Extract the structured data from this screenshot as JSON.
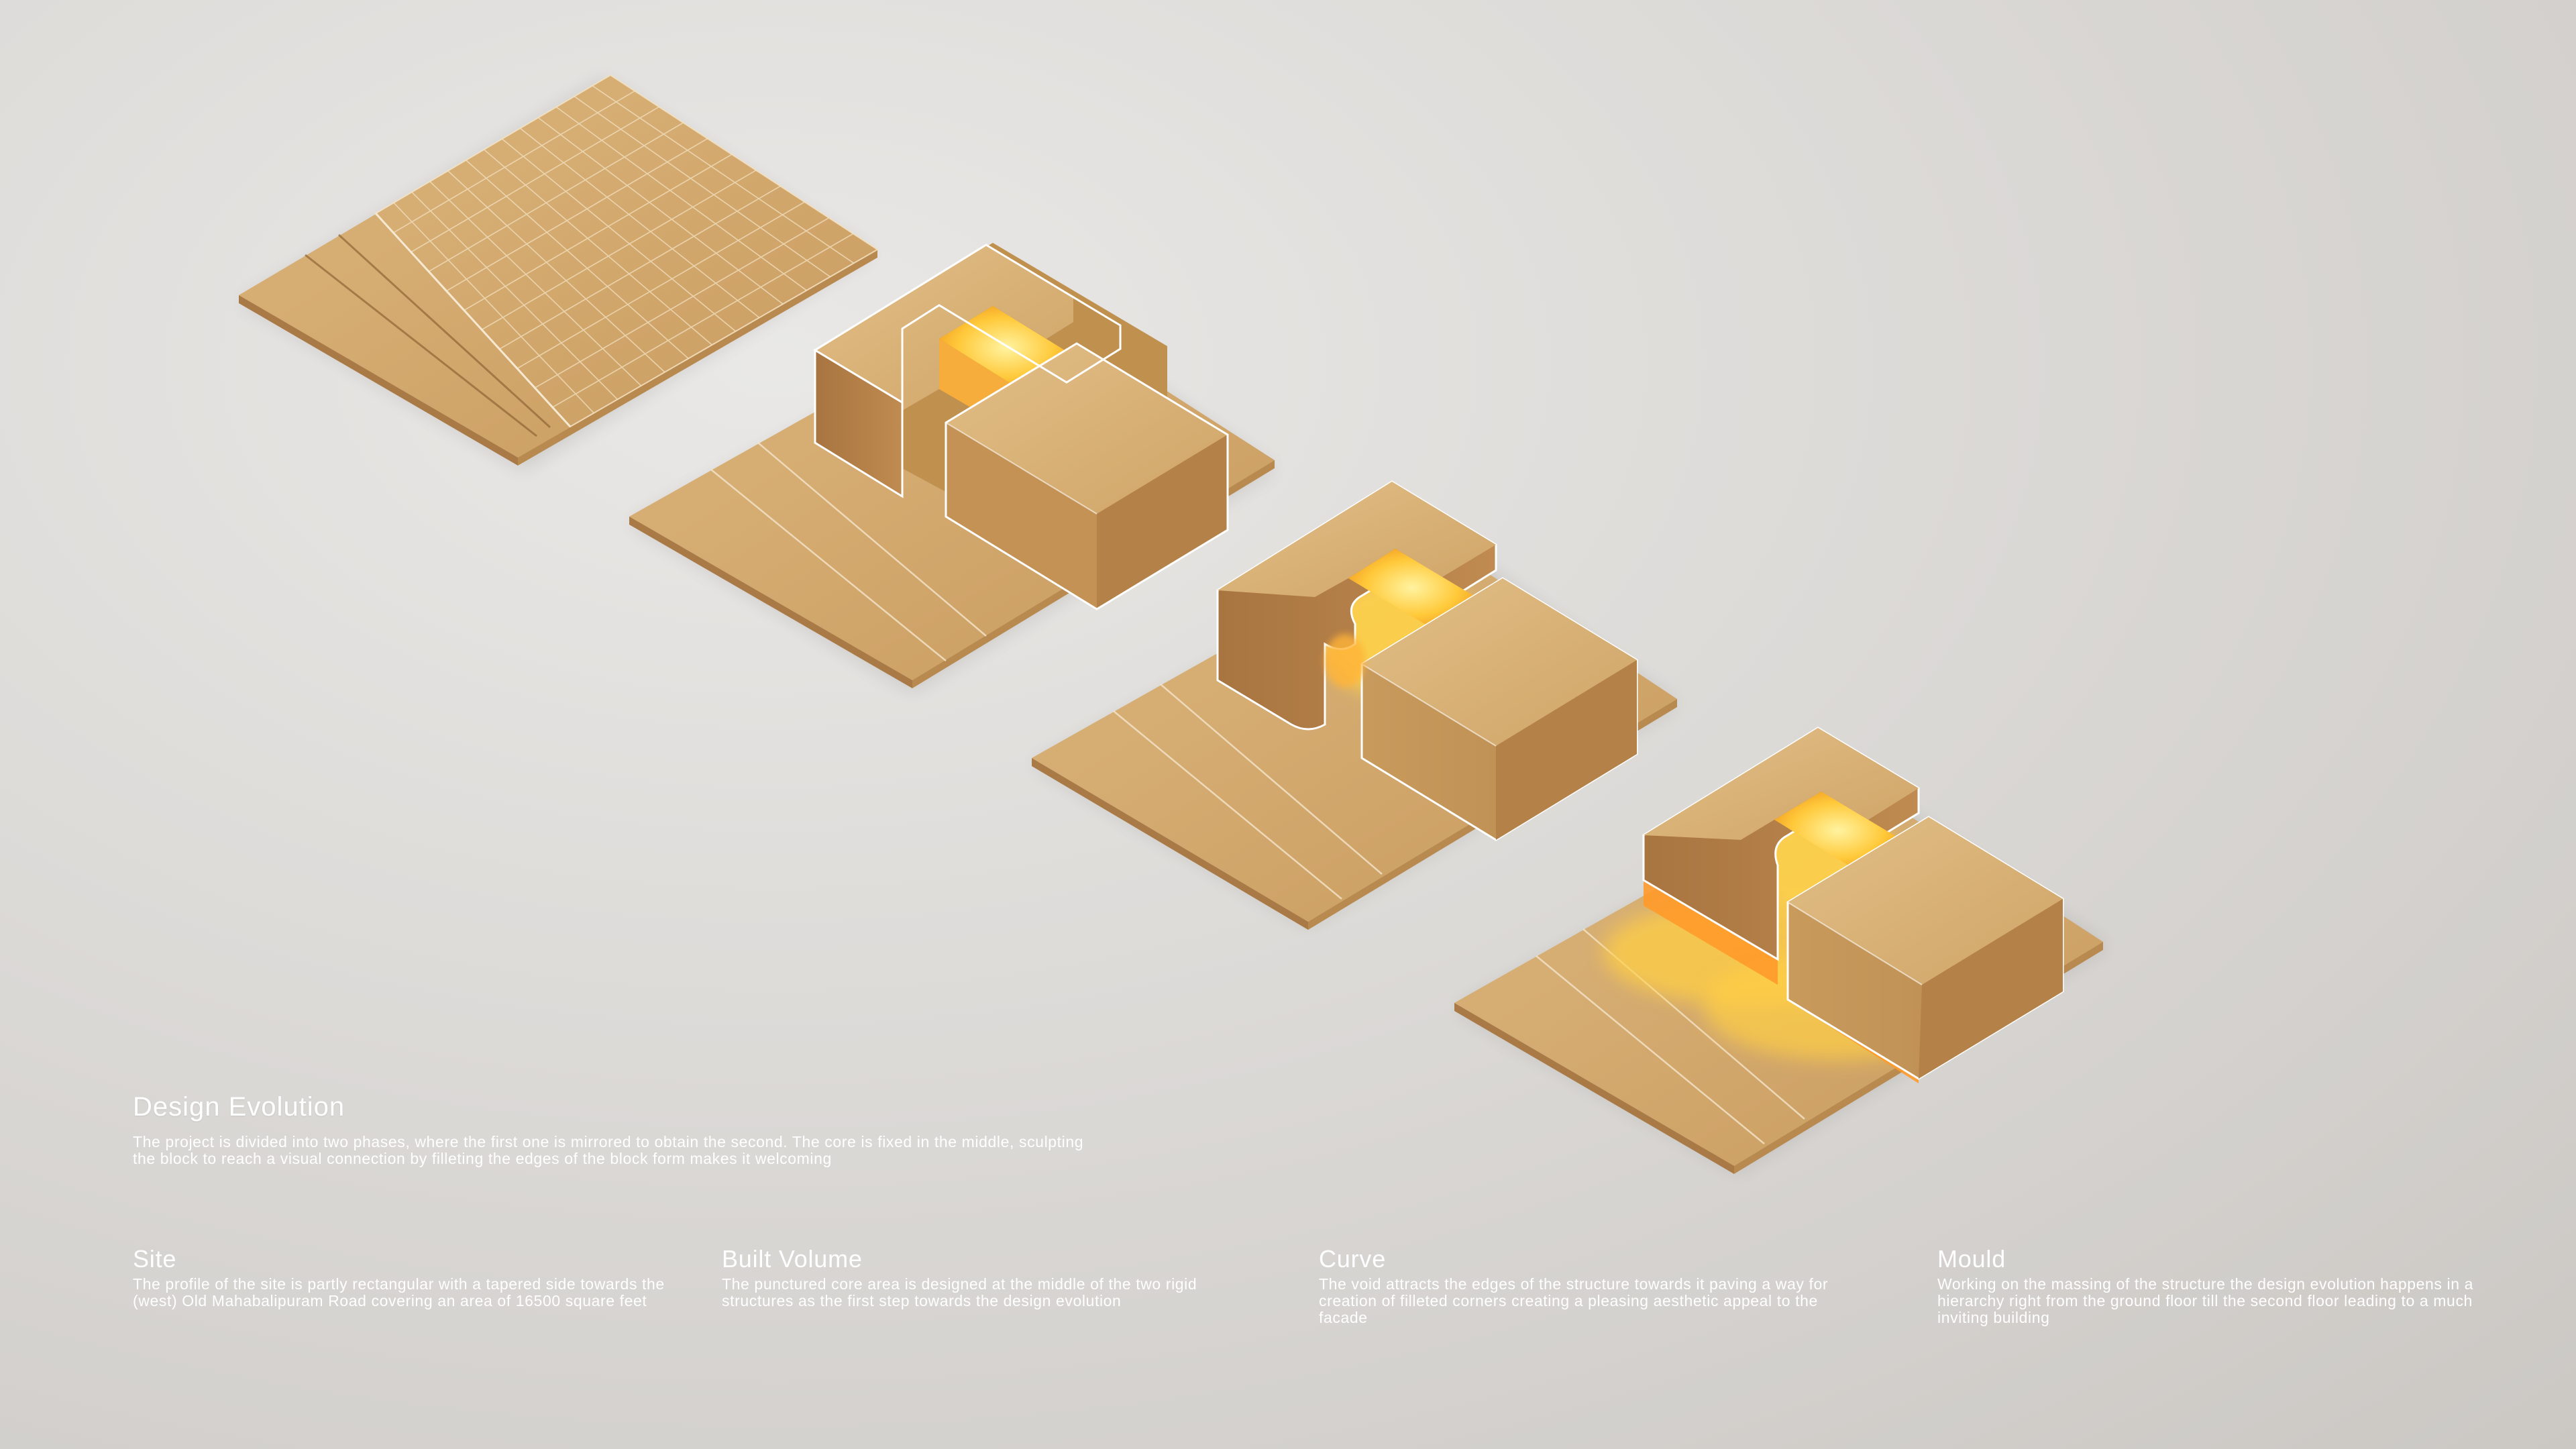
{
  "header": {
    "title": "Design Evolution",
    "description": "The project is divided into two phases, where the first one is mirrored to obtain the second. The core is fixed in the middle, sculpting the block to reach a visual connection by filleting the edges of the block form makes it welcoming"
  },
  "steps": [
    {
      "title": "Site",
      "description": "The profile of the site is partly rectangular with a tapered side towards the (west) Old Mahabalipuram Road covering an area of 16500 square feet"
    },
    {
      "title": "Built Volume",
      "description": "The punctured core area is designed at the middle of the two rigid structures as the first step towards the design evolution"
    },
    {
      "title": "Curve",
      "description": "The void attracts the edges of the structure towards it paving a way for creation of filleted corners creating a pleasing aesthetic appeal to the facade"
    },
    {
      "title": "Mould",
      "description": "Working on the massing of the structure the design evolution happens in a hierarchy right from the ground floor till the second floor leading to a much inviting building"
    }
  ],
  "colors": {
    "wood_top": "#d9b57c",
    "wood_left": "#b7844a",
    "wood_right": "#c99a5e",
    "glow": "#ffd24a",
    "outline": "#ffffff"
  }
}
